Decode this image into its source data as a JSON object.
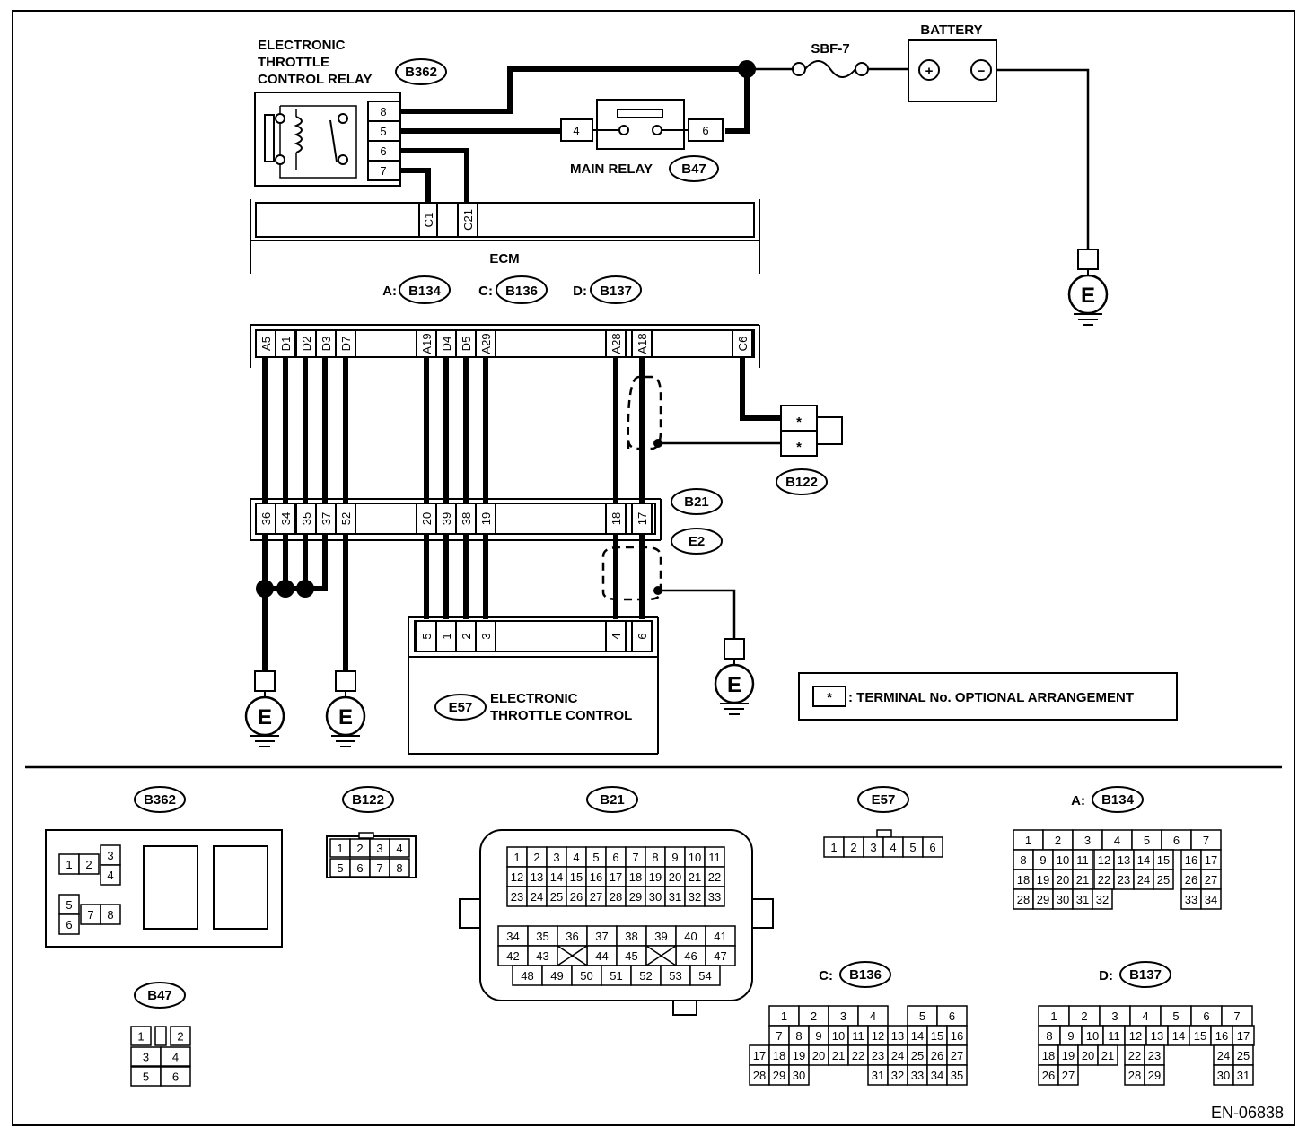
{
  "relay": {
    "title_lines": [
      "ELECTRONIC",
      "THROTTLE",
      "CONTROL RELAY"
    ],
    "connector": "B362",
    "pins": [
      "8",
      "5",
      "6",
      "7"
    ]
  },
  "fuse": "SBF-7",
  "battery": {
    "label": "BATTERY",
    "plus": "+",
    "minus": "−"
  },
  "main_relay": {
    "label": "MAIN RELAY",
    "connector": "B47",
    "left_pin": "4",
    "right_pin": "6"
  },
  "ecm": {
    "title": "ECM",
    "connectors": [
      {
        "prefix": "A:",
        "id": "B134"
      },
      {
        "prefix": "C:",
        "id": "B136"
      },
      {
        "prefix": "D:",
        "id": "B137"
      }
    ],
    "top_pins": [
      "C1",
      "C21"
    ],
    "bottom_pins": [
      "A5",
      "D1",
      "D2",
      "D3",
      "D7",
      "A19",
      "D4",
      "D5",
      "A29",
      "A28",
      "A18",
      "C6"
    ]
  },
  "b122": {
    "label": "B122",
    "pins": [
      "*",
      "*"
    ]
  },
  "junction": {
    "connector_top": "B21",
    "connector_bottom": "E2",
    "pins": [
      "36",
      "34",
      "35",
      "37",
      "52",
      "20",
      "39",
      "38",
      "19",
      "18",
      "17"
    ]
  },
  "etc": {
    "pins": [
      "5",
      "1",
      "2",
      "3",
      "4",
      "6"
    ],
    "connector": "E57",
    "label_lines": [
      "ELECTRONIC",
      "THROTTLE CONTROL"
    ]
  },
  "ground_symbol": "E",
  "legend": {
    "symbol": "*",
    "text": ": TERMINAL No. OPTIONAL ARRANGEMENT"
  },
  "footer": "EN-06838",
  "connector_views": {
    "b362": {
      "label": "B362",
      "cells": [
        "1",
        "2",
        "3",
        "4",
        "5",
        "6",
        "7",
        "8"
      ]
    },
    "b122": {
      "label": "B122",
      "cells": [
        "1",
        "2",
        "3",
        "4",
        "5",
        "6",
        "7",
        "8"
      ]
    },
    "b21": {
      "label": "B21",
      "rows": [
        [
          "1",
          "2",
          "3",
          "4",
          "5",
          "6",
          "7",
          "8",
          "9",
          "10",
          "11"
        ],
        [
          "12",
          "13",
          "14",
          "15",
          "16",
          "17",
          "18",
          "19",
          "20",
          "21",
          "22"
        ],
        [
          "23",
          "24",
          "25",
          "26",
          "27",
          "28",
          "29",
          "30",
          "31",
          "32",
          "33"
        ],
        [
          "34",
          "35",
          "36",
          "37",
          "38",
          "39",
          "40",
          "41"
        ],
        [
          "42",
          "43",
          "44",
          "45",
          "46",
          "47"
        ],
        [
          "48",
          "49",
          "50",
          "51",
          "52",
          "53",
          "54"
        ]
      ]
    },
    "e57": {
      "label": "E57",
      "cells": [
        "1",
        "2",
        "3",
        "4",
        "5",
        "6"
      ]
    },
    "b134": {
      "prefix": "A:",
      "label": "B134",
      "rows": [
        [
          "1",
          "2",
          "3",
          "4",
          "5",
          "6",
          "7"
        ],
        [
          "8",
          "9",
          "10",
          "11",
          "12",
          "13",
          "14",
          "15",
          "16",
          "17"
        ],
        [
          "18",
          "19",
          "20",
          "21",
          "22",
          "23",
          "24",
          "25",
          "26",
          "27"
        ],
        [
          "28",
          "29",
          "30",
          "31",
          "32",
          "33",
          "34"
        ]
      ]
    },
    "b47": {
      "label": "B47",
      "cells": [
        "1",
        "2",
        "3",
        "4",
        "5",
        "6"
      ]
    },
    "b136": {
      "prefix": "C:",
      "label": "B136",
      "rows": [
        [
          "1",
          "2",
          "3",
          "4",
          "5",
          "6"
        ],
        [
          "7",
          "8",
          "9",
          "10",
          "11",
          "12",
          "13",
          "14",
          "15",
          "16"
        ],
        [
          "17",
          "18",
          "19",
          "20",
          "21",
          "22",
          "23",
          "24",
          "25",
          "26",
          "27"
        ],
        [
          "28",
          "29",
          "30",
          "31",
          "32",
          "33",
          "34",
          "35"
        ]
      ]
    },
    "b137": {
      "prefix": "D:",
      "label": "B137",
      "rows": [
        [
          "1",
          "2",
          "3",
          "4",
          "5",
          "6",
          "7"
        ],
        [
          "8",
          "9",
          "10",
          "11",
          "12",
          "13",
          "14",
          "15",
          "16",
          "17"
        ],
        [
          "18",
          "19",
          "20",
          "21",
          "22",
          "23",
          "24",
          "25"
        ],
        [
          "26",
          "27",
          "28",
          "29",
          "30",
          "31"
        ]
      ]
    }
  }
}
